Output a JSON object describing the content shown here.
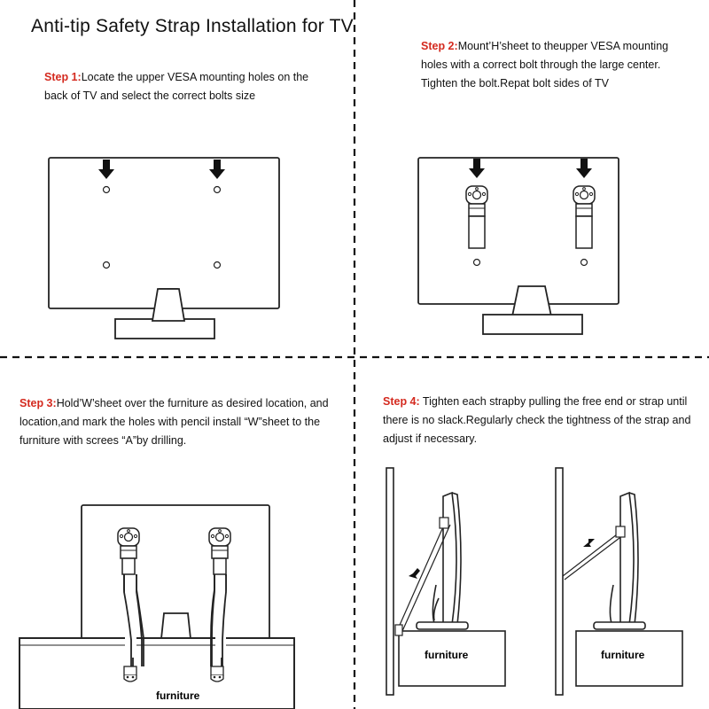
{
  "title": "Anti-tip Safety Strap Installation for TV",
  "steps": [
    {
      "label": "Step  1:",
      "text": "Locate the upper VESA mounting holes on the back of TV and select the correct bolts size"
    },
    {
      "label": "Step 2:",
      "text": "Mount’H’sheet to theupper VESA mounting holes with a correct bolt through the large center. Tighten the bolt.Repat bolt sides of TV"
    },
    {
      "label": "Step 3:",
      "text": "Hold’W’sheet over the furniture as desired location, and location,and mark the holes with pencil install “W”sheet to the furniture with screes “A”by drilling."
    },
    {
      "label": "Step 4:",
      "text": " Tighten each strapby pulling the free end or strap until there is no slack.Regularly check the tightness of the strap and adjust if necessary."
    }
  ],
  "captions": {
    "step3_furniture": "furniture",
    "step4_left_furniture": "furniture",
    "step4_right_furniture": "furniture"
  },
  "colors": {
    "step_label": "#d42a1f",
    "line": "#222222",
    "background": "#ffffff"
  }
}
